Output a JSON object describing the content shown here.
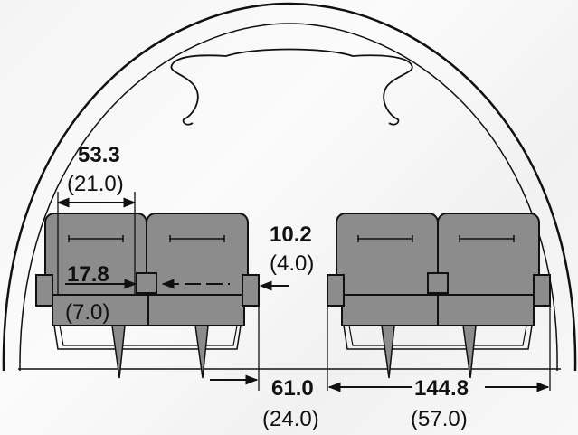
{
  "dimensions": {
    "seat_width": {
      "metric": "53.3",
      "imperial": "(21.0)"
    },
    "armrest_width": {
      "metric": "17.8",
      "imperial": "(7.0)"
    },
    "side_clearance": {
      "metric": "10.2",
      "imperial": "(4.0)"
    },
    "aisle_width": {
      "metric": "61.0",
      "imperial": "(24.0)"
    },
    "seat_pair_width": {
      "metric": "144.8",
      "imperial": "(57.0)"
    }
  },
  "colors": {
    "seat_fill": "#8c8c8c",
    "outline": "#111111",
    "background": "#f4f4f4"
  }
}
